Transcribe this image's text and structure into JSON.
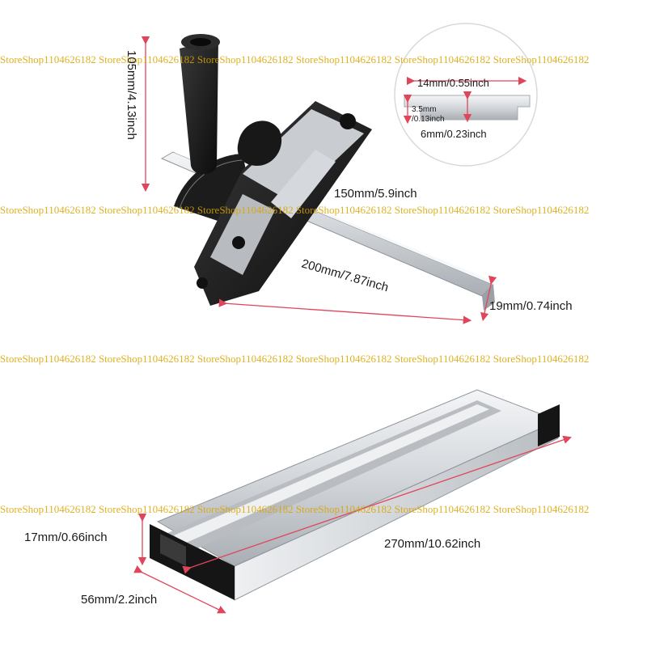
{
  "watermark_text": "StoreShop1104626182 StoreShop1104626182 StoreShop1104626182 StoreShop1104626182 StoreShop1104626182 StoreShop1104626182",
  "dimensions": {
    "height_105": "105mm/4.13inch",
    "inset_width_14": "14mm/0.55inch",
    "inset_depth_3_5_a": "3.5mm",
    "inset_depth_3_5_b": "/0.13inch",
    "inset_6": "6mm/0.23inch",
    "bar_150": "150mm/5.9inch",
    "fence_200": "200mm/7.87inch",
    "bar_19": "19mm/0.74inch",
    "rail_17": "17mm/0.66inch",
    "rail_270": "270mm/10.62inch",
    "rail_56": "56mm/2.2inch"
  },
  "colors": {
    "aluminum_light": "#e9ebee",
    "aluminum_mid": "#c7cbd0",
    "aluminum_dark": "#9aa0a6",
    "black_part": "#141414",
    "arrow_red": "#e0455a",
    "watermark": "#d9a400"
  }
}
